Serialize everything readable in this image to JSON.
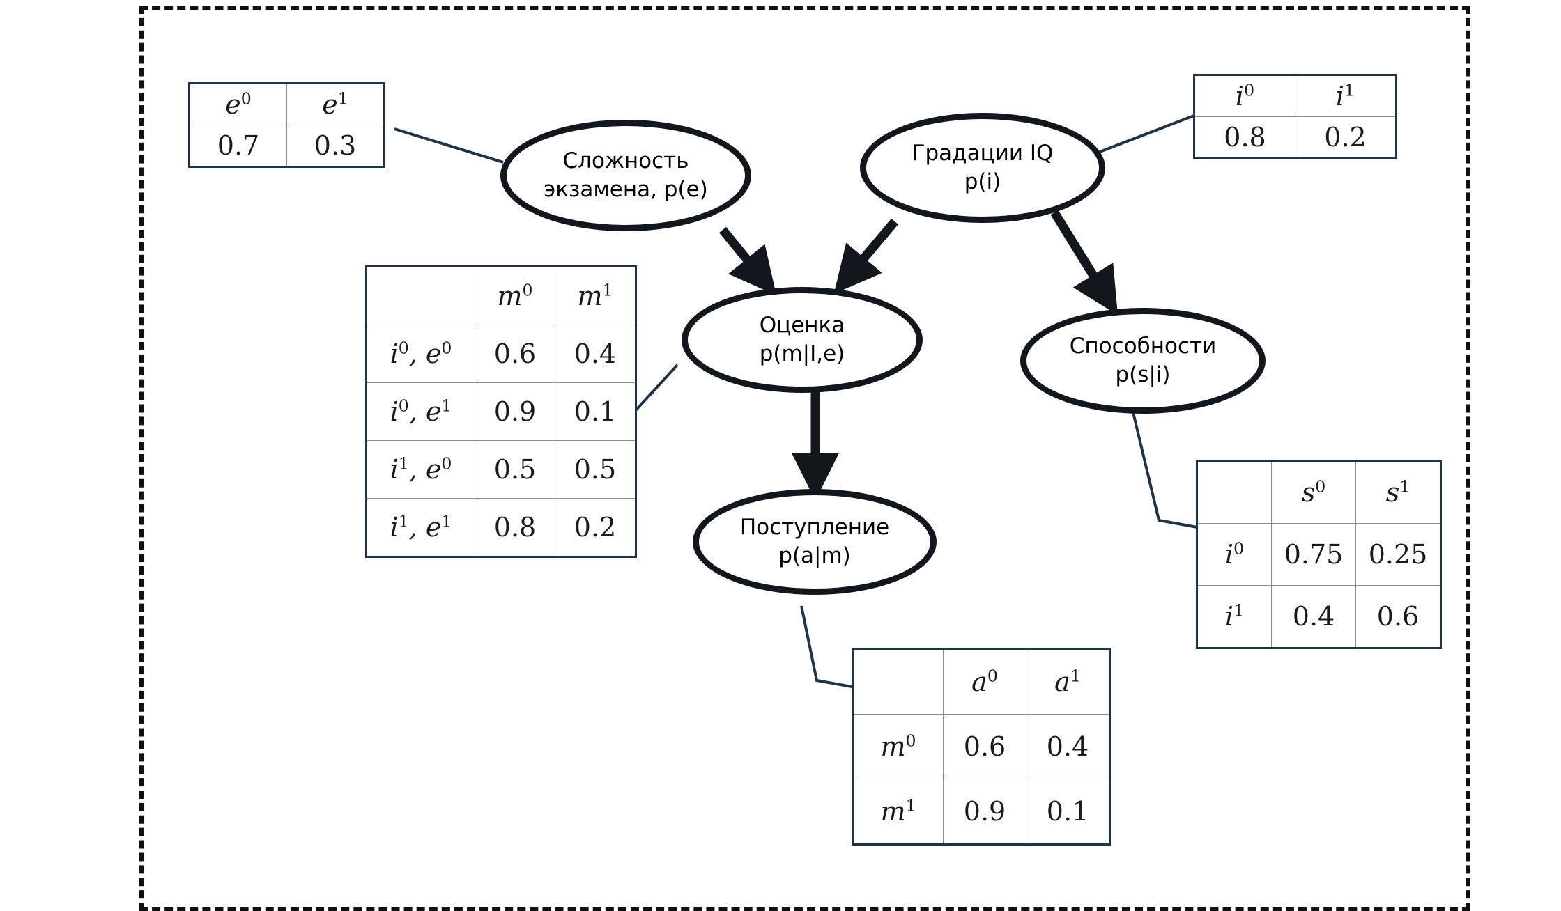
{
  "diagram": {
    "title": "Bayesian network: student model",
    "frame_style": "dashed",
    "colors": {
      "node_border": "#12161d",
      "table_border": "#1f3349",
      "connector": "#1f3349",
      "frame": "#111111",
      "background": "#ffffff"
    }
  },
  "nodes": {
    "difficulty": {
      "line1": "Сложность",
      "line2": "экзамена, p(e)"
    },
    "iq": {
      "line1": "Градации  IQ",
      "line2": "p(i)"
    },
    "grade": {
      "line1": "Оценка",
      "line2": "p(m|I,e)"
    },
    "skills": {
      "line1": "Способности",
      "line2": "p(s|i)"
    },
    "admission": {
      "line1": "Поступление",
      "line2": "p(a|m)"
    }
  },
  "edges": [
    {
      "from": "difficulty",
      "to": "grade",
      "style": "bold-arrow"
    },
    {
      "from": "iq",
      "to": "grade",
      "style": "bold-arrow"
    },
    {
      "from": "iq",
      "to": "skills",
      "style": "bold-arrow"
    },
    {
      "from": "grade",
      "to": "admission",
      "style": "bold-arrow"
    }
  ],
  "tables": {
    "e": {
      "attached_to": "difficulty",
      "headers": [
        {
          "base": "e",
          "sup": "0"
        },
        {
          "base": "e",
          "sup": "1"
        }
      ],
      "rows": [
        {
          "cells": [
            "0.7",
            "0.3"
          ]
        }
      ]
    },
    "i": {
      "attached_to": "iq",
      "headers": [
        {
          "base": "i",
          "sup": "0"
        },
        {
          "base": "i",
          "sup": "1"
        }
      ],
      "rows": [
        {
          "cells": [
            "0.8",
            "0.2"
          ]
        }
      ]
    },
    "m": {
      "attached_to": "grade",
      "corner": "",
      "headers": [
        {
          "base": "m",
          "sup": "0"
        },
        {
          "base": "m",
          "sup": "1"
        }
      ],
      "rows": [
        {
          "label_parts": [
            {
              "base": "i",
              "sup": "0"
            },
            {
              "base": "e",
              "sup": "0"
            }
          ],
          "cells": [
            "0.6",
            "0.4"
          ]
        },
        {
          "label_parts": [
            {
              "base": "i",
              "sup": "0"
            },
            {
              "base": "e",
              "sup": "1"
            }
          ],
          "cells": [
            "0.9",
            "0.1"
          ]
        },
        {
          "label_parts": [
            {
              "base": "i",
              "sup": "1"
            },
            {
              "base": "e",
              "sup": "0"
            }
          ],
          "cells": [
            "0.5",
            "0.5"
          ]
        },
        {
          "label_parts": [
            {
              "base": "i",
              "sup": "1"
            },
            {
              "base": "e",
              "sup": "1"
            }
          ],
          "cells": [
            "0.8",
            "0.2"
          ]
        }
      ]
    },
    "s": {
      "attached_to": "skills",
      "corner": "",
      "headers": [
        {
          "base": "s",
          "sup": "0"
        },
        {
          "base": "s",
          "sup": "1"
        }
      ],
      "rows": [
        {
          "label_parts": [
            {
              "base": "i",
              "sup": "0"
            }
          ],
          "cells": [
            "0.75",
            "0.25"
          ]
        },
        {
          "label_parts": [
            {
              "base": "i",
              "sup": "1"
            }
          ],
          "cells": [
            "0.4",
            "0.6"
          ]
        }
      ]
    },
    "a": {
      "attached_to": "admission",
      "corner": "",
      "headers": [
        {
          "base": "a",
          "sup": "0"
        },
        {
          "base": "a",
          "sup": "1"
        }
      ],
      "rows": [
        {
          "label_parts": [
            {
              "base": "m",
              "sup": "0"
            }
          ],
          "cells": [
            "0.6",
            "0.4"
          ]
        },
        {
          "label_parts": [
            {
              "base": "m",
              "sup": "1"
            }
          ],
          "cells": [
            "0.9",
            "0.1"
          ]
        }
      ]
    }
  }
}
